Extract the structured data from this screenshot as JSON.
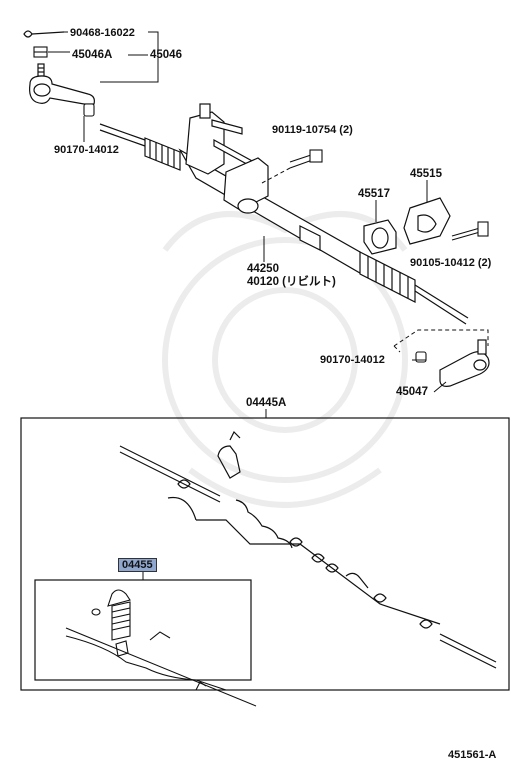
{
  "labels": {
    "p90468": "90468-16022",
    "p45046A": "45046A",
    "p45046": "45046",
    "p90170_top": "90170-14012",
    "p90119": "90119-10754 (2)",
    "p45515": "45515",
    "p45517": "45517",
    "p44250": "44250",
    "p40120": "40120 (リビルト)",
    "p90105": "90105-10412 (2)",
    "p90170_bot": "90170-14012",
    "p45047": "45047",
    "p04445A": "04445A",
    "p04455": "04455",
    "figure_id": "451561-A"
  },
  "colors": {
    "line": "#111111",
    "highlight": "#8fa6cf"
  }
}
